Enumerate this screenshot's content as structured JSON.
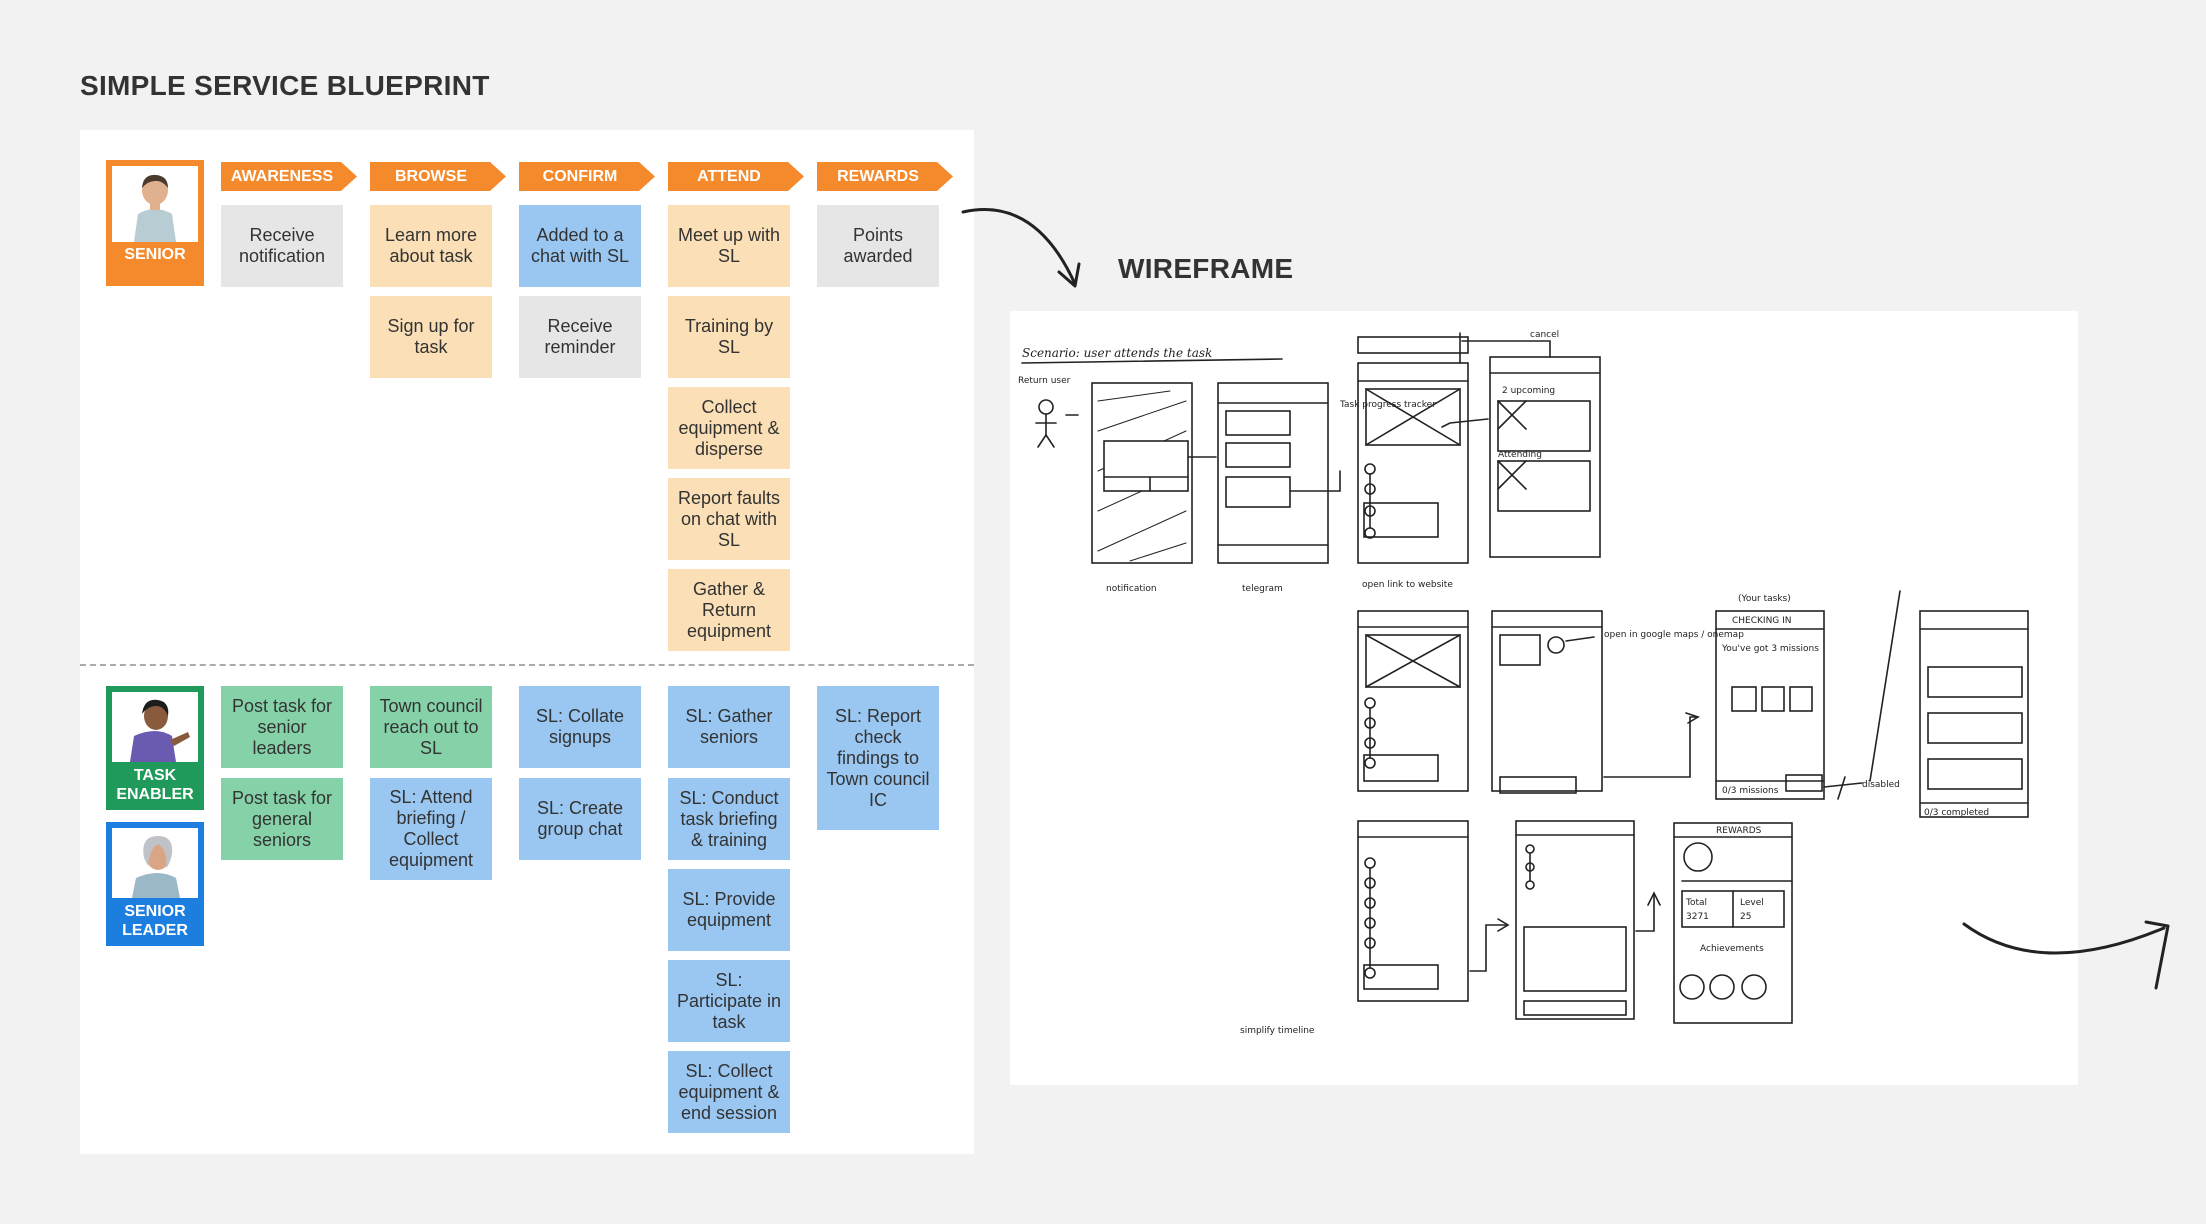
{
  "blueprint": {
    "title": "SIMPLE SERVICE BLUEPRINT",
    "stages": [
      "AWARENESS",
      "BROWSE",
      "CONFIRM",
      "ATTEND",
      "REWARDS"
    ],
    "personas": {
      "senior": "SENIOR",
      "task_enabler": "TASK ENABLER",
      "senior_leader": "SENIOR LEADER"
    },
    "senior_lane": {
      "awareness": [
        "Receive notification"
      ],
      "browse": [
        "Learn more about task",
        "Sign up for task"
      ],
      "confirm": [
        "Added to a chat with SL",
        "Receive reminder"
      ],
      "attend": [
        "Meet up with SL",
        "Training by SL",
        "Collect equipment & disperse",
        "Report faults on chat with SL",
        "Gather & Return equipment"
      ],
      "rewards": [
        "Points awarded"
      ]
    },
    "enabler_lane": {
      "awareness": [
        "Post task for senior leaders",
        "Post task for general seniors"
      ],
      "browse": [
        "Town council reach out to SL",
        "SL: Attend briefing / Collect equipment"
      ],
      "confirm": [
        "SL: Collate signups",
        "SL: Create group chat"
      ],
      "attend": [
        "SL: Gather seniors",
        "SL: Conduct task briefing & training",
        "SL: Provide equipment",
        "SL: Participate in task",
        "SL: Collect equipment & end session"
      ],
      "rewards": [
        "SL: Report check findings to Town council IC"
      ]
    },
    "colors": {
      "stage": "#f58a2c",
      "senior": "#f58a2c",
      "task_enabler": "#1f9a5a",
      "senior_leader": "#1c7fe0",
      "card_grey": "#e6e6e6",
      "card_peach": "#fbdfb6",
      "card_blue": "#99c7f2",
      "card_green": "#86d2a8"
    }
  },
  "wireframe": {
    "title": "WIREFRAME",
    "scenario": "Scenario: user attends the task",
    "sketch_notes": {
      "return_user": "Return user",
      "notification": "notification",
      "telegram": "telegram",
      "open_link": "open link to website",
      "cancel": "cancel",
      "progress_tracker": "Task progress tracker",
      "upcoming": "2 upcoming",
      "attending": "Attending",
      "open_google_maps": "open in google maps / onemap",
      "your_tasks": "(Your tasks)",
      "checking_in": "CHECKING IN",
      "missions": "You've got 3 missions",
      "missions_count": "0/3 missions",
      "disabled": "disabled",
      "completed": "0/3 completed",
      "simplify": "simplify timeline",
      "rewards": "REWARDS",
      "total": "Total",
      "total_value": "3271",
      "level": "Level",
      "level_value": "25",
      "achievements": "Achievements"
    }
  }
}
